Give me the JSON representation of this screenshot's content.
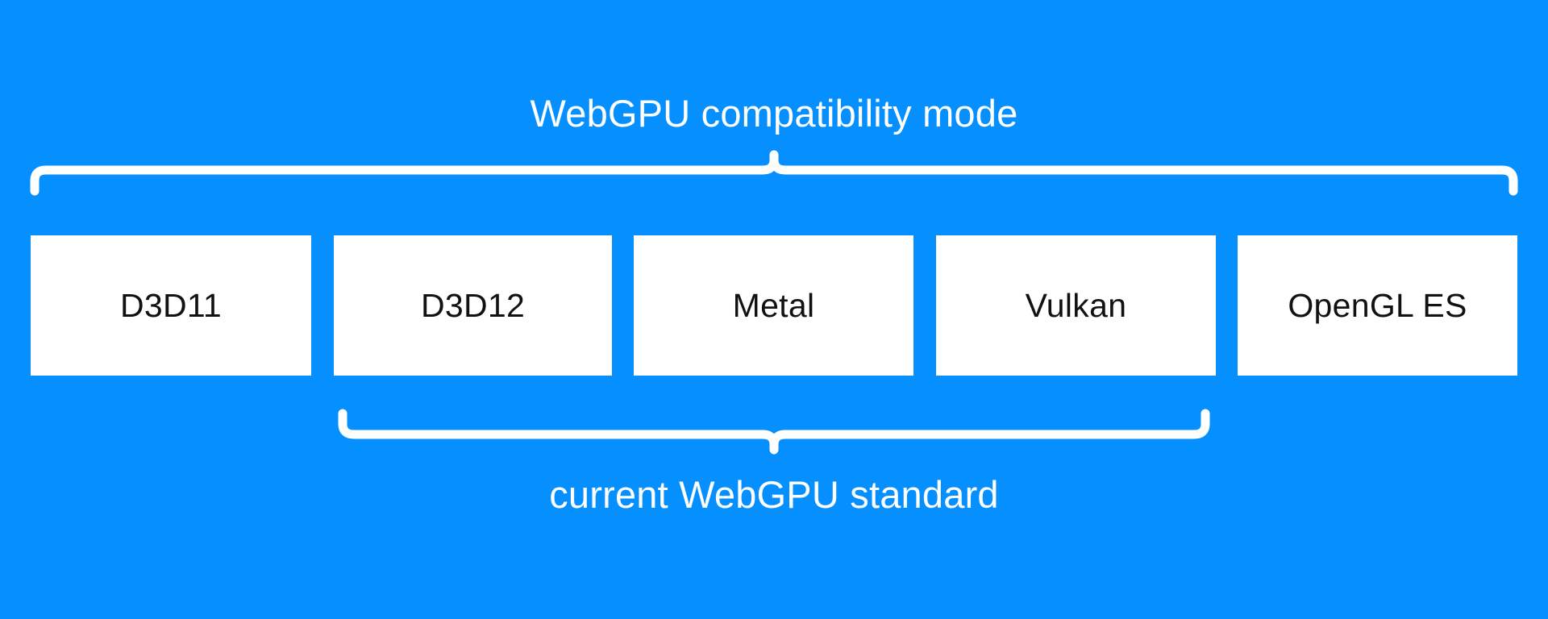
{
  "background_color": "#0690ff",
  "surface_color": "#ffffff",
  "text_on_surface_color": "#111111",
  "text_on_background_color": "#ffffff",
  "top_group": {
    "label": "WebGPU compatibility mode",
    "brace_direction": "up",
    "covers": [
      "D3D11",
      "D3D12",
      "Metal",
      "Vulkan",
      "OpenGL ES"
    ]
  },
  "bottom_group": {
    "label": "current WebGPU standard",
    "brace_direction": "down",
    "covers": [
      "D3D12",
      "Metal",
      "Vulkan"
    ]
  },
  "api_boxes": [
    {
      "label": "D3D11"
    },
    {
      "label": "D3D12"
    },
    {
      "label": "Metal"
    },
    {
      "label": "Vulkan"
    },
    {
      "label": "OpenGL ES"
    }
  ]
}
